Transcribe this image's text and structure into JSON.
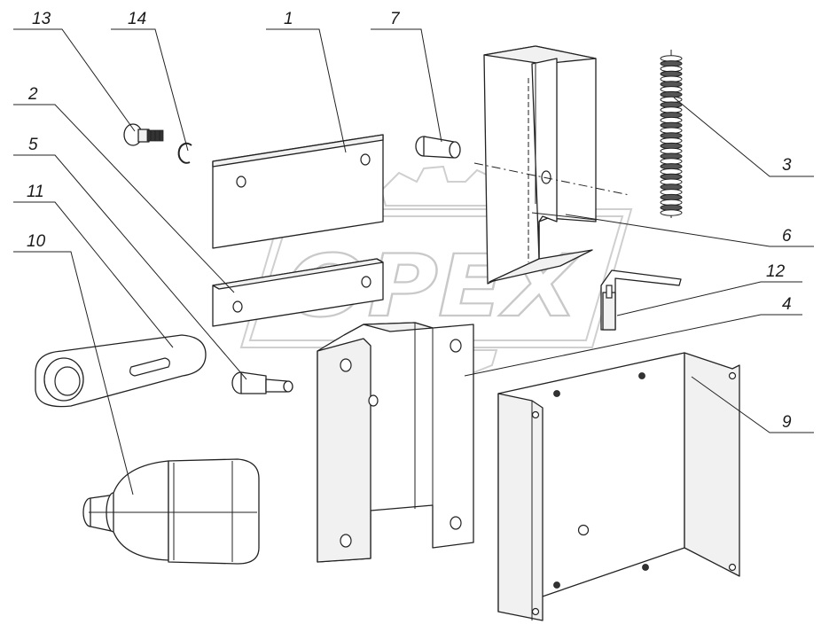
{
  "watermark": "OPEX",
  "callouts": [
    {
      "id": "c13",
      "text": "13"
    },
    {
      "id": "c14",
      "text": "14"
    },
    {
      "id": "c1",
      "text": "1"
    },
    {
      "id": "c7",
      "text": "7"
    },
    {
      "id": "c2",
      "text": "2"
    },
    {
      "id": "c5",
      "text": "5"
    },
    {
      "id": "c11",
      "text": "11"
    },
    {
      "id": "c10",
      "text": "10"
    },
    {
      "id": "c3",
      "text": "3"
    },
    {
      "id": "c6",
      "text": "6"
    },
    {
      "id": "c12",
      "text": "12"
    },
    {
      "id": "c4",
      "text": "4"
    },
    {
      "id": "c9",
      "text": "9"
    }
  ]
}
